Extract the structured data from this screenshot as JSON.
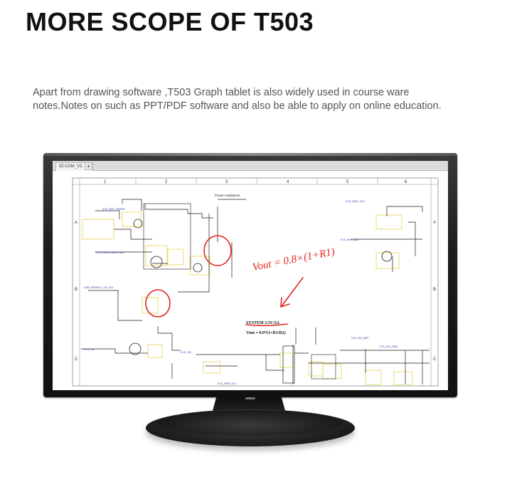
{
  "heading": "MORE SCOPE OF T503",
  "description": {
    "line1": "Apart from drawing software ,T503 Graph tablet is also widely used in course ware",
    "line2": "notes.Notes on such as PPT/PDF software and also be able to apply on online education."
  },
  "screen": {
    "tab_label": "IO-CAM_V2...",
    "tab_close": "×",
    "tab_new": "+",
    "col_numbers": [
      "1",
      "2",
      "3",
      "4",
      "5",
      "6"
    ],
    "row_letters": [
      "A",
      "B",
      "C"
    ],
    "power_label": "Power multiplexer",
    "handwriting": "Vout = 0.8×(1+R1)",
    "system_label": "SYSTEM 3.3V/2A",
    "formula_label": "Vout = 0.8*(1+R1/R2)",
    "annotation_color": "#e0261e"
  },
  "colors": {
    "heading": "#111111",
    "body_text": "#555555",
    "bezel": "#1c1c1c",
    "wire": "#1a1a1a",
    "component_box": "#e6d54a"
  }
}
